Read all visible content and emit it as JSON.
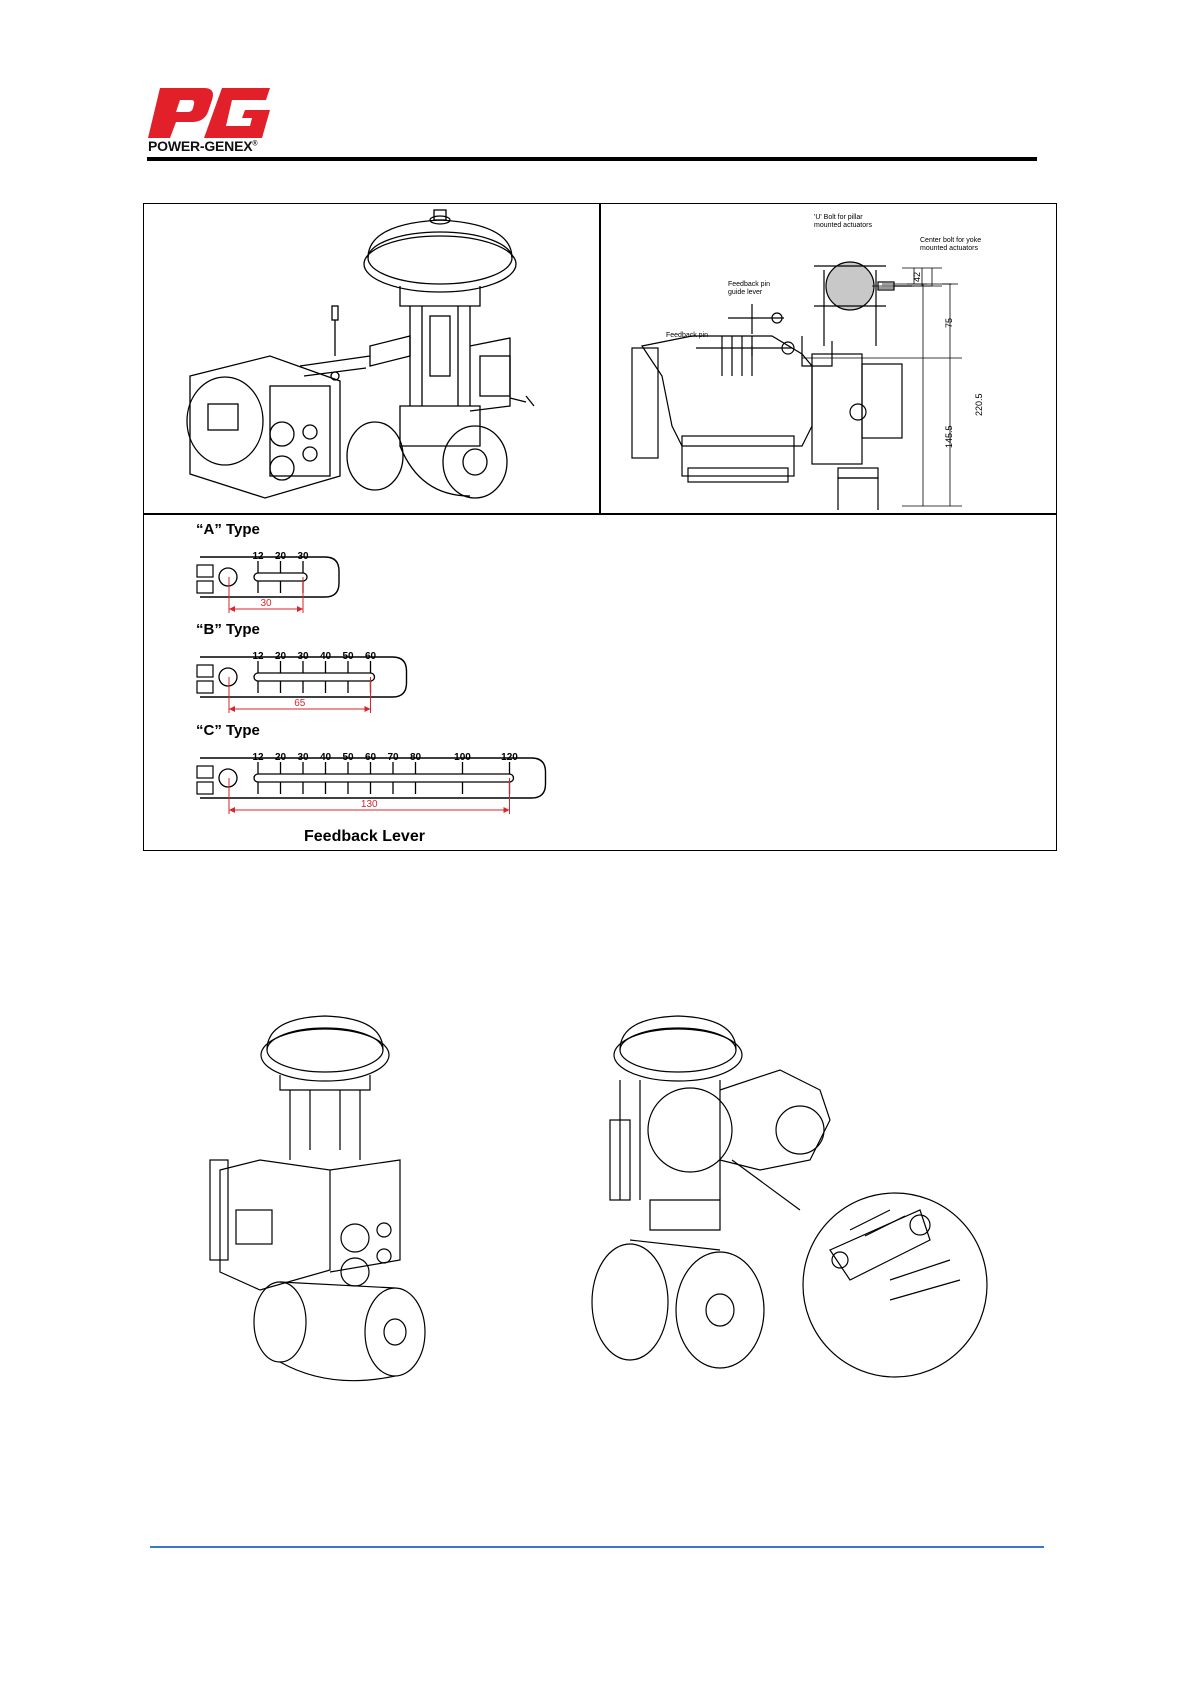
{
  "header": {
    "logo_text": "POWER-GENEX",
    "logo_registered": "®"
  },
  "figure_top": {
    "callouts": {
      "u_bolt": "'U' Bolt for pillar mounted actuators",
      "center_bolt": "Center bolt for yoke mounted actuators",
      "feedback_pin_guide": "Feedback pin guide lever",
      "feedback_pin": "Feedback pin"
    },
    "dimensions": [
      "42",
      "75",
      "145.5",
      "220.5"
    ]
  },
  "feedback_lever": {
    "caption": "Feedback Lever",
    "types": [
      {
        "title": "“A” Type",
        "scale": [
          "12",
          "20",
          "30"
        ],
        "length": "30"
      },
      {
        "title": "“B” Type",
        "scale": [
          "12",
          "20",
          "30",
          "40",
          "50",
          "60"
        ],
        "length": "65"
      },
      {
        "title": "“C” Type",
        "scale": [
          "12",
          "20",
          "30",
          "40",
          "50",
          "60",
          "70",
          "80",
          "100",
          "120"
        ],
        "length": "130"
      }
    ]
  },
  "colors": {
    "logo_red": "#e2202a",
    "dimension_red": "#d8242b",
    "footer_blue": "#3a78c9"
  }
}
